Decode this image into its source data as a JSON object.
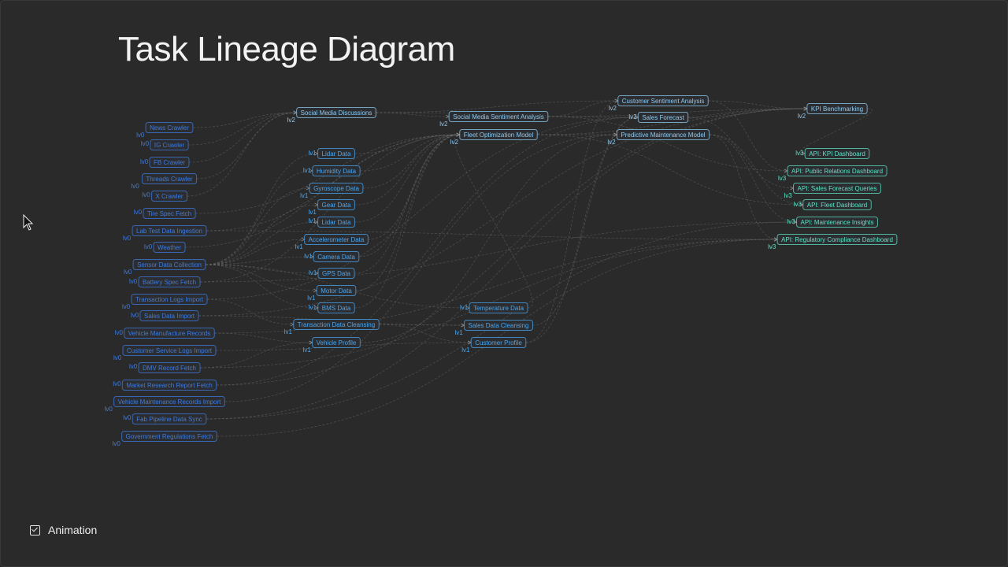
{
  "title": "Task Lineage Diagram",
  "controls": {
    "animation_label": "Animation",
    "animation_checked": true
  },
  "colors": {
    "background": "#2a2a2b",
    "lv0": "#3d7be0",
    "lv1": "#4aa6ef",
    "lv2": "#8fcaf0",
    "lv3": "#5ee3c6",
    "edge": "#6f6f6f"
  },
  "nodes": [
    {
      "id": "news",
      "label": "News Crawler",
      "level": "lv0"
    },
    {
      "id": "ig",
      "label": "IG Crawler",
      "level": "lv0"
    },
    {
      "id": "fb",
      "label": "FB Crawler",
      "level": "lv0"
    },
    {
      "id": "threads",
      "label": "Threads Crawler",
      "level": "lv0"
    },
    {
      "id": "x",
      "label": "X Crawler",
      "level": "lv0"
    },
    {
      "id": "tire",
      "label": "Tire Spec Fetch",
      "level": "lv0"
    },
    {
      "id": "lab",
      "label": "Lab Test Data Ingestion",
      "level": "lv0"
    },
    {
      "id": "weather",
      "label": "Weather",
      "level": "lv0"
    },
    {
      "id": "sensor",
      "label": "Sensor Data Collection",
      "level": "lv0"
    },
    {
      "id": "battery",
      "label": "Battery Spec Fetch",
      "level": "lv0"
    },
    {
      "id": "txlogs",
      "label": "Transaction Logs Import",
      "level": "lv0"
    },
    {
      "id": "sales",
      "label": "Sales Data Import",
      "level": "lv0"
    },
    {
      "id": "vmr",
      "label": "Vehicle Manufacture Records",
      "level": "lv0"
    },
    {
      "id": "cslogs",
      "label": "Customer Service Logs Import",
      "level": "lv0"
    },
    {
      "id": "dmv",
      "label": "DMV Record Fetch",
      "level": "lv0"
    },
    {
      "id": "market",
      "label": "Market Research Report Fetch",
      "level": "lv0"
    },
    {
      "id": "vmaint",
      "label": "Vehicle Maintenance Records Import",
      "level": "lv0"
    },
    {
      "id": "fab",
      "label": "Fab Pipeline Data Sync",
      "level": "lv0"
    },
    {
      "id": "gov",
      "label": "Government Regulations Fetch",
      "level": "lv0"
    },
    {
      "id": "smd",
      "label": "Social Media Discussions",
      "level": "lv2"
    },
    {
      "id": "lidar1",
      "label": "Lidar Data",
      "level": "lv1"
    },
    {
      "id": "humidity",
      "label": "Humidity Data",
      "level": "lv1"
    },
    {
      "id": "gyro",
      "label": "Gyroscope Data",
      "level": "lv1"
    },
    {
      "id": "gear",
      "label": "Gear Data",
      "level": "lv1"
    },
    {
      "id": "lidar2",
      "label": "Lidar Data",
      "level": "lv1"
    },
    {
      "id": "accel",
      "label": "Accelerometer Data",
      "level": "lv1"
    },
    {
      "id": "camera",
      "label": "Camera Data",
      "level": "lv1"
    },
    {
      "id": "gps",
      "label": "GPS Data",
      "level": "lv1"
    },
    {
      "id": "motor",
      "label": "Motor Data",
      "level": "lv1"
    },
    {
      "id": "bms",
      "label": "BMS Data",
      "level": "lv1"
    },
    {
      "id": "txclean",
      "label": "Transaction Data Cleansing",
      "level": "lv1"
    },
    {
      "id": "vprofile",
      "label": "Vehicle Profile",
      "level": "lv1"
    },
    {
      "id": "smsa",
      "label": "Social Media Sentiment Analysis",
      "level": "lv2"
    },
    {
      "id": "fleetopt",
      "label": "Fleet Optimization Model",
      "level": "lv2"
    },
    {
      "id": "temp",
      "label": "Temperature Data",
      "level": "lv1"
    },
    {
      "id": "salesclean",
      "label": "Sales Data Cleansing",
      "level": "lv1"
    },
    {
      "id": "cprofile",
      "label": "Customer Profile",
      "level": "lv1"
    },
    {
      "id": "csa",
      "label": "Customer Sentiment Analysis",
      "level": "lv2"
    },
    {
      "id": "salesfc",
      "label": "Sales Forecast",
      "level": "lv2"
    },
    {
      "id": "pmm",
      "label": "Predictive Maintenance Model",
      "level": "lv2"
    },
    {
      "id": "kpi",
      "label": "KPI Benchmarking",
      "level": "lv2"
    },
    {
      "id": "apikpi",
      "label": "API: KPI Dashboard",
      "level": "lv3"
    },
    {
      "id": "apipr",
      "label": "API: Public Relations Dashboard",
      "level": "lv3"
    },
    {
      "id": "apisfq",
      "label": "API: Sales Forecast Queries",
      "level": "lv3"
    },
    {
      "id": "apifleet",
      "label": "API: Fleet Dashboard",
      "level": "lv3"
    },
    {
      "id": "apimaint",
      "label": "API: Maintenance Insights",
      "level": "lv3"
    },
    {
      "id": "apireg",
      "label": "API: Regulatory Compliance Dashboard",
      "level": "lv3"
    }
  ],
  "edges": [
    [
      "news",
      "smd"
    ],
    [
      "ig",
      "smd"
    ],
    [
      "fb",
      "smd"
    ],
    [
      "threads",
      "smd"
    ],
    [
      "x",
      "smd"
    ],
    [
      "smd",
      "smsa"
    ],
    [
      "smd",
      "csa"
    ],
    [
      "smsa",
      "csa"
    ],
    [
      "smsa",
      "kpi"
    ],
    [
      "smsa",
      "apipr"
    ],
    [
      "sensor",
      "lidar1"
    ],
    [
      "sensor",
      "humidity"
    ],
    [
      "sensor",
      "gyro"
    ],
    [
      "sensor",
      "gear"
    ],
    [
      "sensor",
      "lidar2"
    ],
    [
      "sensor",
      "accel"
    ],
    [
      "sensor",
      "camera"
    ],
    [
      "sensor",
      "gps"
    ],
    [
      "sensor",
      "motor"
    ],
    [
      "sensor",
      "bms"
    ],
    [
      "sensor",
      "temp"
    ],
    [
      "lidar1",
      "fleetopt"
    ],
    [
      "humidity",
      "fleetopt"
    ],
    [
      "gyro",
      "fleetopt"
    ],
    [
      "gear",
      "fleetopt"
    ],
    [
      "lidar2",
      "fleetopt"
    ],
    [
      "accel",
      "fleetopt"
    ],
    [
      "camera",
      "fleetopt"
    ],
    [
      "gps",
      "fleetopt"
    ],
    [
      "motor",
      "fleetopt"
    ],
    [
      "bms",
      "fleetopt"
    ],
    [
      "temp",
      "fleetopt"
    ],
    [
      "weather",
      "fleetopt"
    ],
    [
      "tire",
      "fleetopt"
    ],
    [
      "battery",
      "fleetopt"
    ],
    [
      "lab",
      "fleetopt"
    ],
    [
      "txlogs",
      "txclean"
    ],
    [
      "sales",
      "salesclean"
    ],
    [
      "txclean",
      "salesclean"
    ],
    [
      "txclean",
      "cprofile"
    ],
    [
      "cslogs",
      "cprofile"
    ],
    [
      "vmr",
      "vprofile"
    ],
    [
      "dmv",
      "vprofile"
    ],
    [
      "vprofile",
      "pmm"
    ],
    [
      "vmaint",
      "pmm"
    ],
    [
      "salesclean",
      "salesfc"
    ],
    [
      "market",
      "salesfc"
    ],
    [
      "cprofile",
      "csa"
    ],
    [
      "cprofile",
      "salesfc"
    ],
    [
      "fleetopt",
      "pmm"
    ],
    [
      "fleetopt",
      "apifleet"
    ],
    [
      "fleetopt",
      "kpi"
    ],
    [
      "csa",
      "kpi"
    ],
    [
      "csa",
      "apipr"
    ],
    [
      "salesfc",
      "apisfq"
    ],
    [
      "salesfc",
      "kpi"
    ],
    [
      "pmm",
      "apimaint"
    ],
    [
      "pmm",
      "apifleet"
    ],
    [
      "pmm",
      "apireg"
    ],
    [
      "kpi",
      "apikpi"
    ],
    [
      "gov",
      "apireg"
    ],
    [
      "fab",
      "apimaint"
    ],
    [
      "fab",
      "kpi"
    ],
    [
      "market",
      "kpi"
    ],
    [
      "vmr",
      "apireg"
    ],
    [
      "dmv",
      "apireg"
    ],
    [
      "sales",
      "kpi"
    ],
    [
      "txlogs",
      "salesfc"
    ],
    [
      "smd",
      "salesfc"
    ],
    [
      "battery",
      "apimaint"
    ],
    [
      "lab",
      "apireg"
    ]
  ]
}
